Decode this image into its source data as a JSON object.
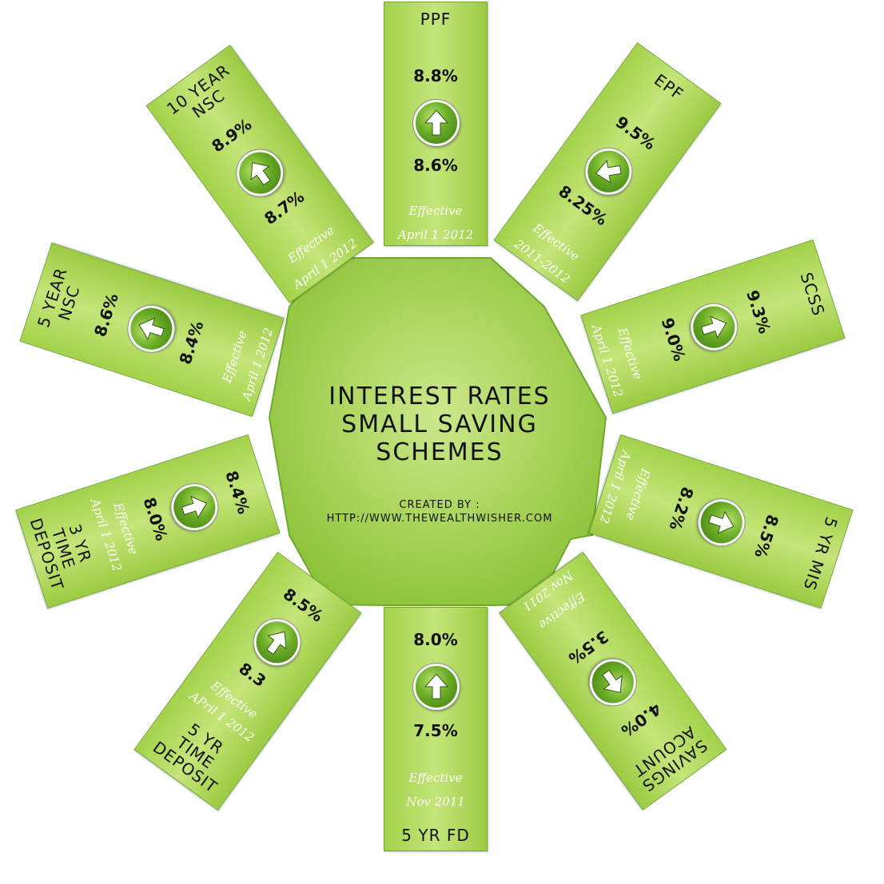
{
  "center": {
    "title_line1": "INTEREST RATES",
    "title_line2": "SMALL SAVING",
    "title_line3": "SCHEMES",
    "created_by": "CREATED BY :",
    "url": "HTTP://WWW.THEWEALTHWISHER.COM"
  },
  "colors": {
    "card_green": "#a3d24a",
    "center_green": "#a9d45a",
    "arrow_green": "#5a9e1e",
    "effective_text": "#ffffff"
  },
  "cards": [
    {
      "name": "PPF",
      "first_rate": "8.8%",
      "second_rate": "8.6%",
      "effective_label": "Effective",
      "effective_date": "April 1 2012",
      "arrow": "arrow-up-icon"
    },
    {
      "name": "EPF",
      "first_rate": "9.5%",
      "second_rate": "8.25%",
      "effective_label": "Effective",
      "effective_date": "2011-2012",
      "arrow": "arrow-down-left-icon"
    },
    {
      "name": "SCSS",
      "first_rate": "9.3%",
      "second_rate": "9.0%",
      "effective_label": "Effective",
      "effective_date": "April 1 2012",
      "arrow": "arrow-up-icon"
    },
    {
      "name": "5 YR MIS",
      "first_rate": "8.5%",
      "second_rate": "8.2%",
      "effective_label": "Effective",
      "effective_date": "April 1 2012",
      "arrow": "arrow-up-icon"
    },
    {
      "name": "SAVINGS\nACOUNT",
      "first_rate": "4.0%",
      "second_rate": "3.5%",
      "effective_label": "Effective",
      "effective_date": "Nov 2011",
      "arrow": "arrow-up-icon"
    },
    {
      "name": "5 YR FD",
      "first_rate": "8.0%",
      "second_rate": "7.5%",
      "effective_label": "Effective",
      "effective_date": "Nov 2011",
      "arrow": "arrow-up-icon"
    },
    {
      "name": "5 YR\nTIME\nDEPOSIT",
      "first_rate": "8.5%",
      "second_rate": "8.3",
      "effective_label": "Effective",
      "effective_date": "APril 1 2012",
      "arrow": "arrow-up-icon"
    },
    {
      "name": "3 YR\nTIME\nDEPOSIT",
      "first_rate": "8.4%",
      "second_rate": "8.0%",
      "effective_label": "Effective",
      "effective_date": "April 1 2012",
      "arrow": "arrow-up-icon"
    },
    {
      "name": "5 YEAR\nNSC",
      "first_rate": "8.6%",
      "second_rate": "8.4%",
      "effective_label": "Effective",
      "effective_date": "April 1 2012",
      "arrow": "arrow-up-icon"
    },
    {
      "name": "10 YEAR\nNSC",
      "first_rate": "8.9%",
      "second_rate": "8.7%",
      "effective_label": "Effective",
      "effective_date": "April 1 2012",
      "arrow": "arrow-up-icon"
    }
  ]
}
